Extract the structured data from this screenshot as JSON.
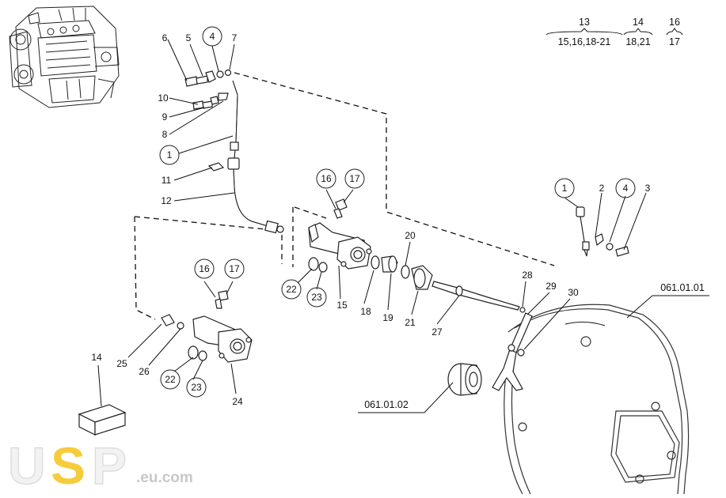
{
  "legend": {
    "groups": [
      {
        "top": "13",
        "bottom": "15,16,18-21"
      },
      {
        "top": "14",
        "bottom": "18,21"
      },
      {
        "top": "16",
        "bottom": "17"
      }
    ]
  },
  "refs": {
    "housing": "061.01.01",
    "bearing": "061.01.02"
  },
  "callouts": {
    "c1a": "1",
    "c1b": "1",
    "c2": "2",
    "c3": "3",
    "c4a": "4",
    "c4b": "4",
    "c5": "5",
    "c6": "6",
    "c7": "7",
    "c8": "8",
    "c9": "9",
    "c10": "10",
    "c11": "11",
    "c12": "12",
    "c14": "14",
    "c15": "15",
    "c16a": "16",
    "c16b": "16",
    "c17a": "17",
    "c17b": "17",
    "c18": "18",
    "c19": "19",
    "c20": "20",
    "c21": "21",
    "c22a": "22",
    "c22b": "22",
    "c23a": "23",
    "c23b": "23",
    "c24": "24",
    "c25": "25",
    "c26": "26",
    "c27": "27",
    "c28": "28",
    "c29": "29",
    "c30": "30"
  },
  "watermark": {
    "letters": [
      "U",
      "S",
      "P"
    ],
    "domain": ".eu.com",
    "colors": {
      "primary": "#f6cc3c",
      "outline": "#d9d9d9"
    }
  },
  "icons": {
    "engine": "engine-thumbnail-icon",
    "part": "clutch-hydraulic-part-icon"
  }
}
